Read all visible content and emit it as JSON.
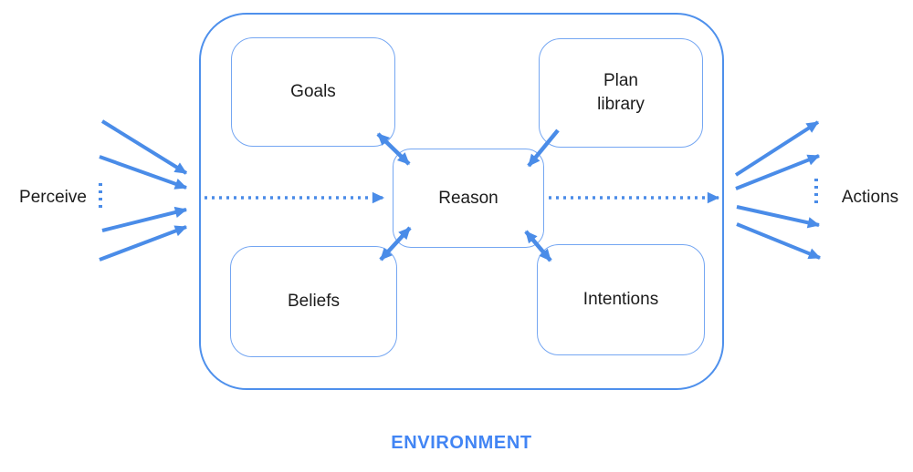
{
  "diagram": {
    "environment_label": "ENVIRONMENT",
    "left_label": "Perceive",
    "right_label": "Actions",
    "nodes": {
      "goals": "Goals",
      "plan_library": "Plan\nlibrary",
      "reason": "Reason",
      "beliefs": "Beliefs",
      "intentions": "Intentions"
    },
    "edges": [
      {
        "from": "goals",
        "to": "reason",
        "style": "solid",
        "bidirectional": true
      },
      {
        "from": "plan_library",
        "to": "reason",
        "style": "solid",
        "bidirectional": false
      },
      {
        "from": "beliefs",
        "to": "reason",
        "style": "solid",
        "bidirectional": true
      },
      {
        "from": "intentions",
        "to": "reason",
        "style": "solid",
        "bidirectional": true
      },
      {
        "from": "perceive",
        "to": "reason",
        "style": "dotted",
        "bidirectional": false
      },
      {
        "from": "reason",
        "to": "actions",
        "style": "dotted",
        "bidirectional": false
      }
    ],
    "colors": {
      "arrow_blue": "#4a8ce8",
      "box_border": "#74a6f2",
      "container_border": "#4e90ec",
      "environment_text": "#4285f4",
      "label_text": "#1c1c1c",
      "page_bg": "#ffffff"
    }
  }
}
